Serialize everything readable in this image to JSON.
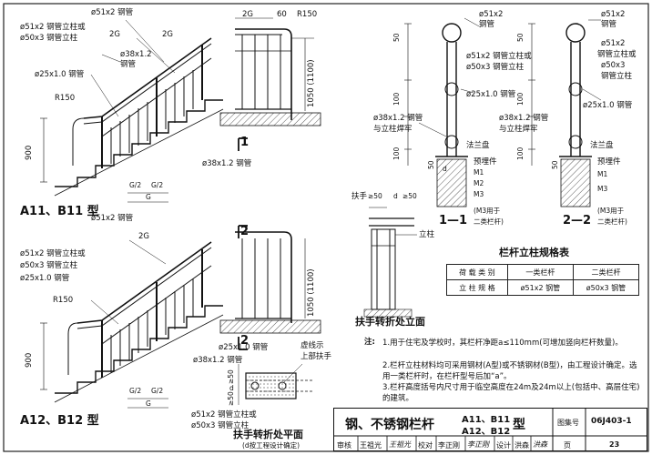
{
  "views": {
    "a11": {
      "caption": "A11、B11 型",
      "labels": [
        "ø51x2 钢管",
        "ø51x2 钢管立柱或",
        "ø50x3 钢管立柱",
        "2G",
        "2G",
        "ø38x1.2",
        "钢管",
        "ø25x1.0 钢管",
        "R150",
        "900",
        "G/2",
        "G/2",
        "G"
      ]
    },
    "section11": {
      "labels": [
        "2G",
        "60",
        "R150",
        "1050 (1100)",
        "ø38x1.2 钢管",
        "1"
      ]
    },
    "a12": {
      "caption": "A12、B12 型",
      "labels": [
        "ø51x2 钢管",
        "2G",
        "ø51x2 钢管立柱或",
        "ø50x3 钢管立柱",
        "ø25x1.0 钢管",
        "R150",
        "900",
        "G/2",
        "G/2",
        "G"
      ]
    },
    "section12": {
      "labels": [
        "2",
        "1050 (1100)",
        "2",
        "ø25x1.0 钢管",
        "ø38x1.2 钢管"
      ]
    },
    "handrail_turn_elev": {
      "title": "扶手转折处立面",
      "labels": [
        "扶手",
        "≥50",
        "d",
        "≥50",
        "立柱"
      ]
    },
    "handrail_turn_plan": {
      "title": "扶手转折处平面",
      "subtitle": "(d按工程设计确定)",
      "labels": [
        "虚线示",
        "上部扶手",
        "ø51x2 钢管立柱或",
        "ø50x3 钢管立柱",
        "≥50",
        "d",
        "≥50"
      ]
    },
    "sec1_1": {
      "title": "1—1",
      "labels": [
        "ø51x2",
        "钢管",
        "ø51x2 钢管立柱或",
        "ø50x3 钢管立柱",
        "ø25x1.0 钢管",
        "ø38x1.2 钢管",
        "与立柱焊牢",
        "法兰盘",
        "预埋件",
        "M1",
        "M2",
        "M3",
        "(M3用于",
        "二类栏杆)",
        "50",
        "100",
        "100",
        "50",
        "d"
      ]
    },
    "sec2_2": {
      "title": "2—2",
      "labels": [
        "ø51x2",
        "钢管",
        "ø51x2",
        "钢管立柱或",
        "ø50x3",
        "钢管立柱",
        "ø25x1.0 钢管",
        "ø38x1.2 钢管",
        "与立柱焊牢",
        "法兰盘",
        "预埋件",
        "M1",
        "M3",
        "(M3用于",
        "二类栏杆)",
        "50",
        "100",
        "100",
        "50"
      ]
    },
    "spec_table": {
      "title": "栏杆立柱规格表",
      "rows": [
        [
          "荷 载 类 别",
          "一类栏杆",
          "二类栏杆"
        ],
        [
          "立 柱 规 格",
          "ø51x2 钢管",
          "ø50x3 钢管"
        ]
      ]
    },
    "notes": {
      "label": "注:",
      "items": [
        "1.用于住宅及学校时，其栏杆净距a≤110mm(可增加竖向栏杆数量)。",
        "2.栏杆立柱材料均可采用钢材(A型)或不锈钢材(B型)，由工程设计确定。选用一类栏杆时，在栏杆型号后加“a”。",
        "3.栏杆高度括号内尺寸用于临空高度在24m及24m以上(包括中、高层住宅)的建筑。"
      ]
    },
    "title_block": {
      "title_main": "钢、不锈钢栏杆",
      "title_types_top": "A11、B11",
      "title_types_bot": "A12、B12",
      "title_suffix": "型",
      "atlas_label": "图集号",
      "atlas_no": "06J403-1",
      "page_label": "页",
      "page_no": "23",
      "review_label": "审核",
      "reviewer": "王祖光",
      "reviewer_sig": "王祖光",
      "check_label": "校对",
      "checker": "李正刚",
      "checker_sig": "李正刚",
      "design_label": "设计",
      "designer": "洪森",
      "designer_sig": "洪森"
    }
  }
}
